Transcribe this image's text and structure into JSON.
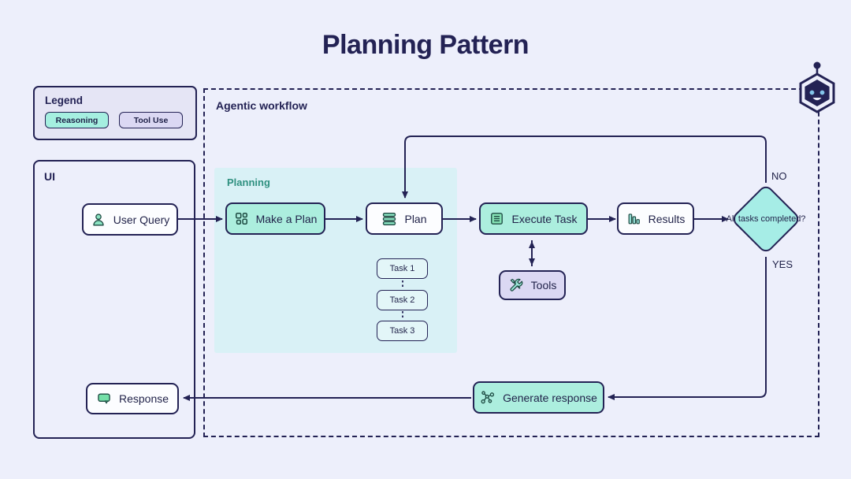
{
  "title": "Planning Pattern",
  "legend": {
    "title": "Legend",
    "items": [
      {
        "label": "Reasoning",
        "color": "#a5efe0"
      },
      {
        "label": "Tool Use",
        "color": "#dbd8f3"
      }
    ]
  },
  "ui_panel": {
    "title": "UI",
    "user_query_label": "User Query",
    "response_label": "Response"
  },
  "workflow": {
    "title": "Agentic workflow",
    "planning_label": "Planning",
    "nodes": {
      "make_a_plan": "Make a Plan",
      "plan": "Plan",
      "execute_task": "Execute Task",
      "results": "Results",
      "tools": "Tools",
      "generate_response": "Generate response"
    },
    "tasks": [
      "Task 1",
      "Task 2",
      "Task 3"
    ],
    "decision": {
      "question": "All tasks completed?",
      "no_label": "NO",
      "yes_label": "YES"
    }
  },
  "icons": {
    "user_query": "user-icon",
    "make_a_plan": "layout-grid-icon",
    "plan": "stacked-list-icon",
    "execute_task": "task-list-icon",
    "results": "bar-chart-icon",
    "tools": "tools-icon",
    "generate_response": "network-icon",
    "response": "chat-bubble-icon",
    "brand": "robot-icon"
  },
  "colors": {
    "page-bg": "#edeffb",
    "ink": "#232254",
    "text": "#1f2148",
    "teal-fill": "#aceede",
    "diamond-fill": "#a6ede6",
    "chip-teal": "#a5efe0",
    "lavender-fill": "#dbd8f3",
    "panel-lavender": "#e5e5f5",
    "planning-bg": "#d9f1f6",
    "task-fill": "#e3f6f8",
    "node-bg": "#fcfdff",
    "planning-label": "#2f9080",
    "icon-green": "#8be3c2",
    "icon-stroke": "#1d4a42"
  }
}
